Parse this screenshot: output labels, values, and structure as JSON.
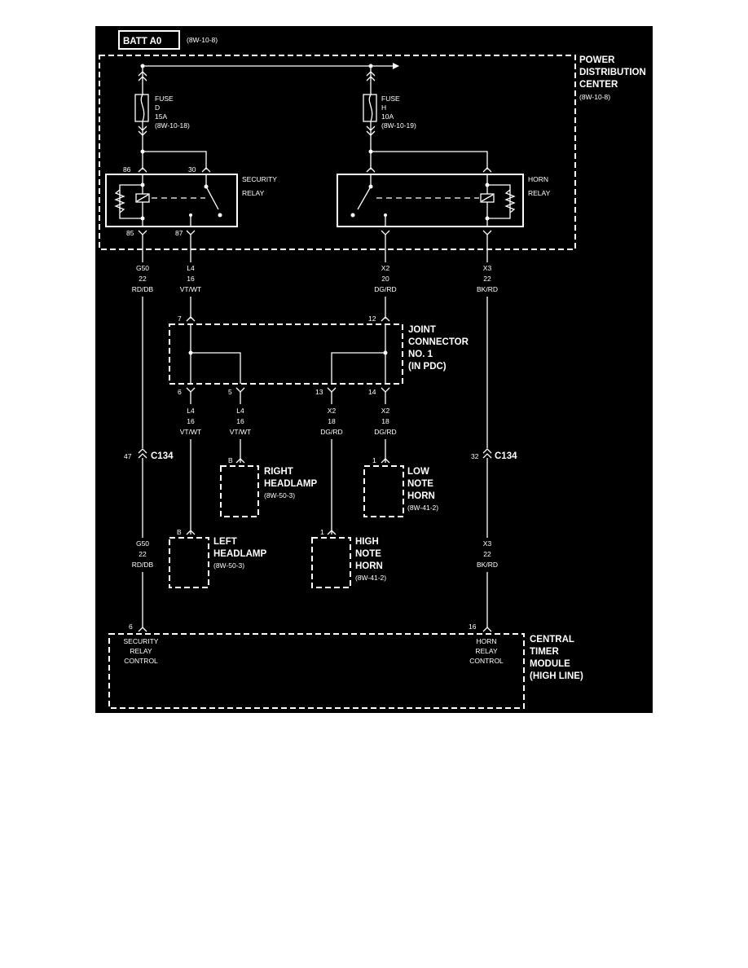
{
  "batt": {
    "label": "BATT A0",
    "ref": "(8W-10-8)"
  },
  "pdc": {
    "line1": "POWER",
    "line2": "DISTRIBUTION",
    "line3": "CENTER",
    "ref": "(8W-10-8)"
  },
  "fuse_d": {
    "l1": "FUSE",
    "l2": "D",
    "l3": "15A",
    "l4": "(8W-10-18)"
  },
  "fuse_h": {
    "l1": "FUSE",
    "l2": "H",
    "l3": "10A",
    "l4": "(8W-10-19)"
  },
  "security_relay": {
    "l1": "SECURITY",
    "l2": "RELAY",
    "pin86": "86",
    "pin30": "30",
    "pin85": "85",
    "pin87": "87"
  },
  "horn_relay": {
    "l1": "HORN",
    "l2": "RELAY"
  },
  "wire_g50": {
    "circuit": "G50",
    "gauge": "22",
    "color": "RD/DB"
  },
  "wire_l4_top": {
    "circuit": "L4",
    "gauge": "16",
    "color": "VT/WT"
  },
  "wire_x2_top": {
    "circuit": "X2",
    "gauge": "20",
    "color": "DG/RD"
  },
  "wire_x3": {
    "circuit": "X3",
    "gauge": "22",
    "color": "BK/RD"
  },
  "joint": {
    "l1": "JOINT",
    "l2": "CONNECTOR",
    "l3": "NO. 1",
    "l4": "(IN PDC)",
    "pin7": "7",
    "pin12": "12",
    "pin6": "6",
    "pin5": "5",
    "pin13": "13",
    "pin14": "14"
  },
  "wire_l4_a": {
    "circuit": "L4",
    "gauge": "16",
    "color": "VT/WT"
  },
  "wire_l4_b": {
    "circuit": "L4",
    "gauge": "16",
    "color": "VT/WT"
  },
  "wire_x2_a": {
    "circuit": "X2",
    "gauge": "18",
    "color": "DG/RD"
  },
  "wire_x2_b": {
    "circuit": "X2",
    "gauge": "18",
    "color": "DG/RD"
  },
  "c134_left": {
    "pin": "47",
    "name": "C134"
  },
  "c134_right": {
    "pin": "32",
    "name": "C134"
  },
  "right_headlamp": {
    "pin": "B",
    "l1": "RIGHT",
    "l2": "HEADLAMP",
    "ref": "(8W-50-3)"
  },
  "left_headlamp": {
    "pin": "B",
    "l1": "LEFT",
    "l2": "HEADLAMP",
    "ref": "(8W-50-3)"
  },
  "low_note_horn": {
    "pin": "1",
    "l1": "LOW",
    "l2": "NOTE",
    "l3": "HORN",
    "ref": "(8W-41-2)"
  },
  "high_note_horn": {
    "pin": "1",
    "l1": "HIGH",
    "l2": "NOTE",
    "l3": "HORN",
    "ref": "(8W-41-2)"
  },
  "wire_g50_low": {
    "circuit": "G50",
    "gauge": "22",
    "color": "RD/DB"
  },
  "wire_x3_low": {
    "circuit": "X3",
    "gauge": "22",
    "color": "BK/RD"
  },
  "ctm": {
    "l1": "CENTRAL",
    "l2": "TIMER",
    "l3": "MODULE",
    "l4": "(HIGH LINE)",
    "pin6": "6",
    "pin16": "16",
    "sec_l1": "SECURITY",
    "sec_l2": "RELAY",
    "sec_l3": "CONTROL",
    "horn_l1": "HORN",
    "horn_l2": "RELAY",
    "horn_l3": "CONTROL"
  }
}
